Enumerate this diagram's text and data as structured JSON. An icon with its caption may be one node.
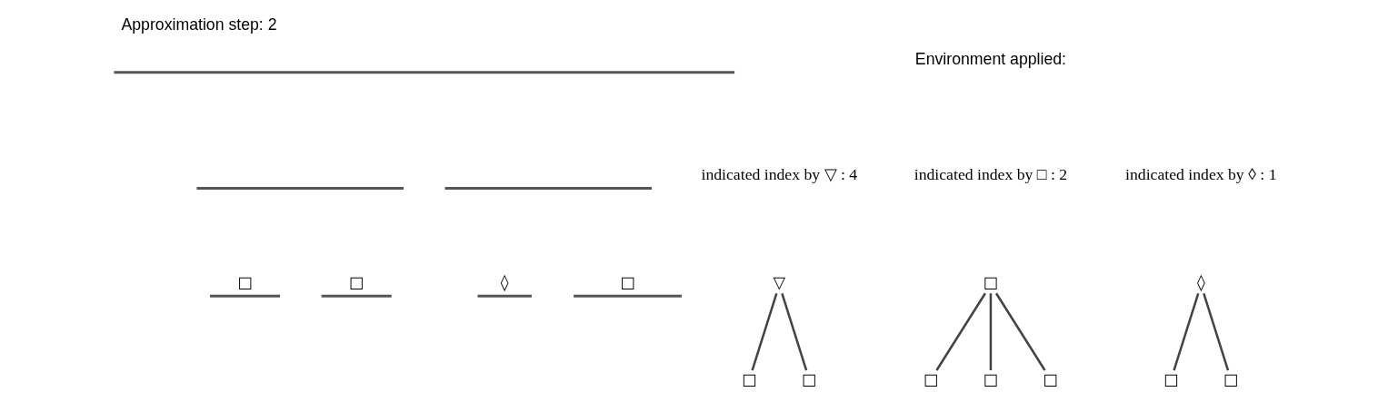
{
  "diagram": {
    "title": "Approximation step: 2",
    "nodes": [
      {
        "text": [],
        "shape": "bar"
      },
      {
        "text": [],
        "shape": "bar"
      },
      {
        "text": [],
        "shape": "bar"
      },
      {
        "text": [
          "□"
        ]
      },
      {
        "text": [
          "□"
        ]
      },
      {
        "text": [
          "◊"
        ]
      },
      {
        "text": [
          "□"
        ]
      },
      {
        "text": [
          "▽"
        ]
      },
      {
        "text": [
          "□"
        ]
      },
      {
        "text": [
          "□"
        ]
      },
      {
        "text": [
          "□"
        ]
      },
      {
        "text": [
          "□"
        ]
      },
      {
        "text": [
          "□"
        ]
      },
      {
        "text": [
          "□"
        ]
      },
      {
        "text": [
          "◊"
        ]
      },
      {
        "text": [
          "□"
        ]
      },
      {
        "text": [
          "□"
        ]
      }
    ],
    "edges": [
      {
        "from": 7,
        "to": 8,
        "arrow": "none"
      },
      {
        "from": 7,
        "to": 9,
        "arrow": "none"
      },
      {
        "from": 10,
        "to": 11,
        "arrow": "none"
      },
      {
        "from": 10,
        "to": 12,
        "arrow": "none"
      },
      {
        "from": 10,
        "to": 13,
        "arrow": "none"
      },
      {
        "from": 14,
        "to": 15,
        "arrow": "none"
      },
      {
        "from": 14,
        "to": 16,
        "arrow": "none"
      }
    ],
    "labels": [
      "Environment applied:",
      "indicated index by ▽ : 4",
      "indicated index by □ : 2",
      "indicated index by ◊ : 1"
    ]
  }
}
